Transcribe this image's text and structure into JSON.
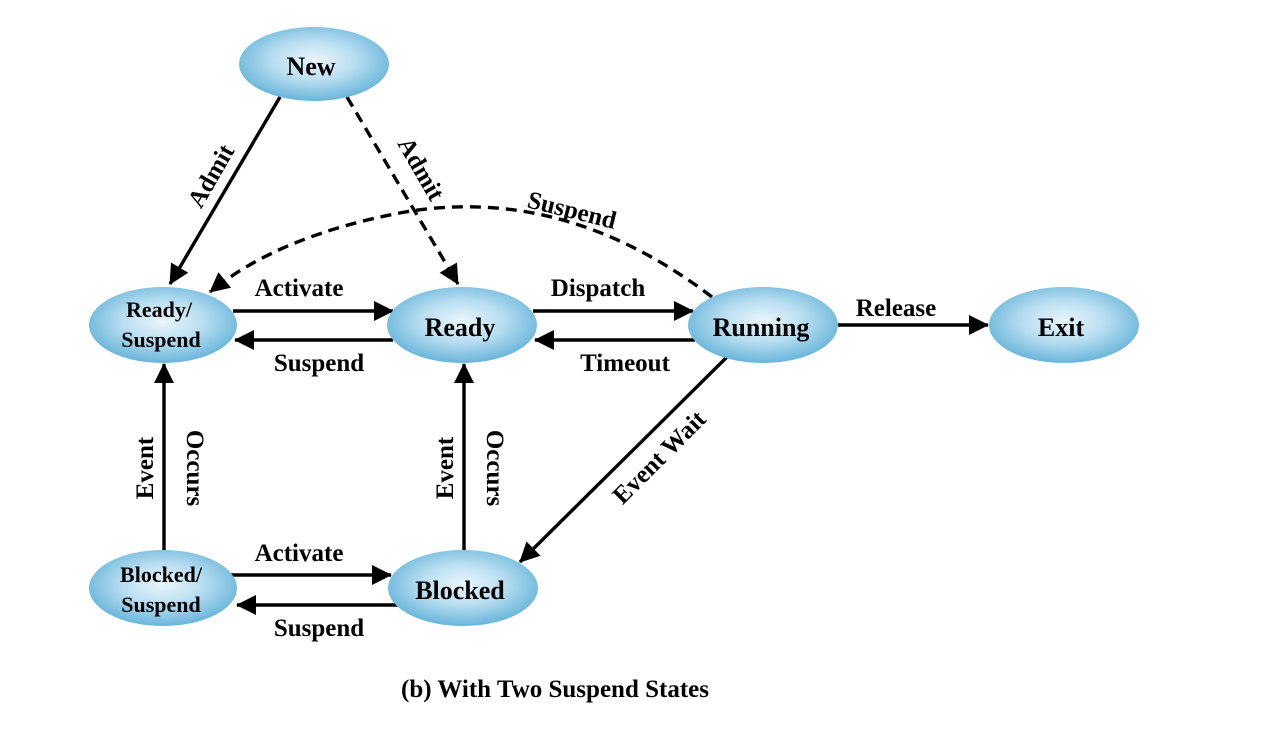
{
  "nodes": {
    "new": "New",
    "ready_suspend": [
      "Ready/",
      "Suspend"
    ],
    "ready": "Ready",
    "running": "Running",
    "exit": "Exit",
    "blocked_suspend": [
      "Blocked/",
      "Suspend"
    ],
    "blocked": "Blocked"
  },
  "edges": {
    "admit_left": "Admit",
    "admit_right": "Admit",
    "suspend_running": "Suspend",
    "activate_top": "Activate",
    "suspend_top": "Suspend",
    "dispatch": "Dispatch",
    "timeout": "Timeout",
    "release": "Release",
    "event_occurs_left": [
      "Event",
      "Occurs"
    ],
    "event_occurs_mid": [
      "Event",
      "Occurs"
    ],
    "event_wait": "Event Wait",
    "activate_bottom": "Activate",
    "suspend_bottom": "Suspend"
  },
  "caption": "(b) With Two Suspend States",
  "colors": {
    "node_light": "#eaf6fc",
    "node_dark": "#5aaed6",
    "line": "#000000"
  }
}
